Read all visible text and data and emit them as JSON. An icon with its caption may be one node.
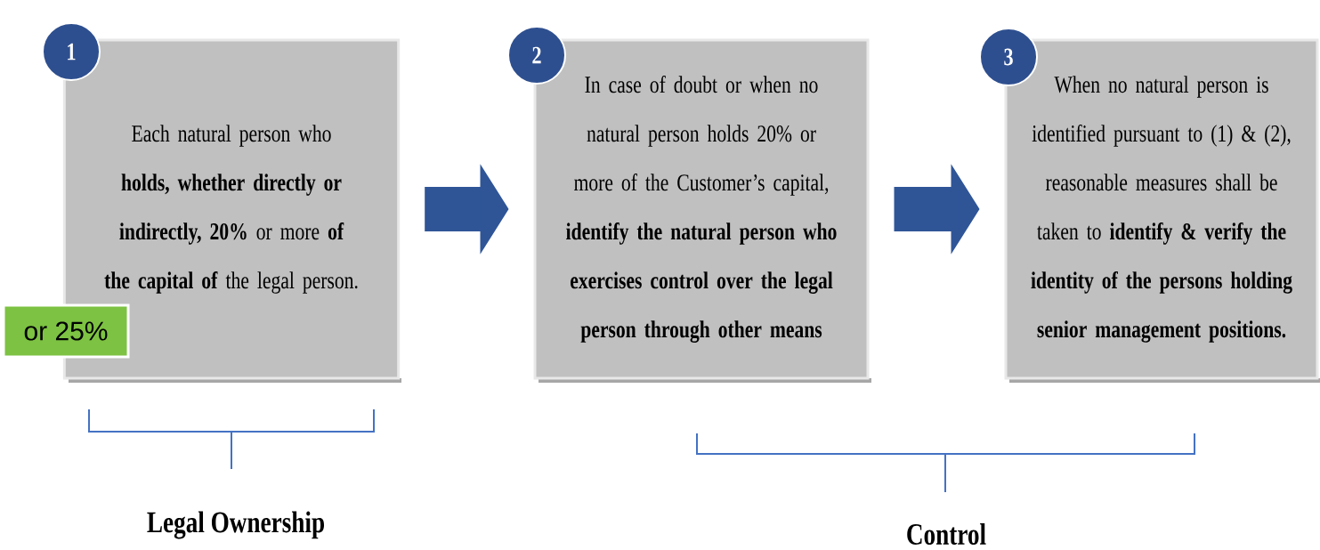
{
  "diagram": {
    "nodes": [
      {
        "text": [
          "1"
        ]
      },
      {
        "text": [
          "Each natural person who **holds, whether directly or indirectly, 20%** or more **of the capital of** the legal person."
        ]
      },
      {
        "text": [
          "or 25%"
        ]
      },
      {
        "text": [
          "2"
        ]
      },
      {
        "text": [
          "In case of doubt or when no natural person holds 20% or more of the Customer’s capital, **identify the natural person who exercises control over the legal person through other means**"
        ]
      },
      {
        "text": [
          "3"
        ]
      },
      {
        "text": [
          "When no natural person is identified pursuant to (1) & (2), reasonable measures shall be taken to **identify & verify the identity of the persons holding senior management positions.**"
        ]
      }
    ],
    "edges": [
      {
        "from": 1,
        "to": 4,
        "arrow": "to"
      },
      {
        "from": 4,
        "to": 6,
        "arrow": "to"
      }
    ],
    "labels": [
      "Legal Ownership",
      "Control"
    ]
  }
}
